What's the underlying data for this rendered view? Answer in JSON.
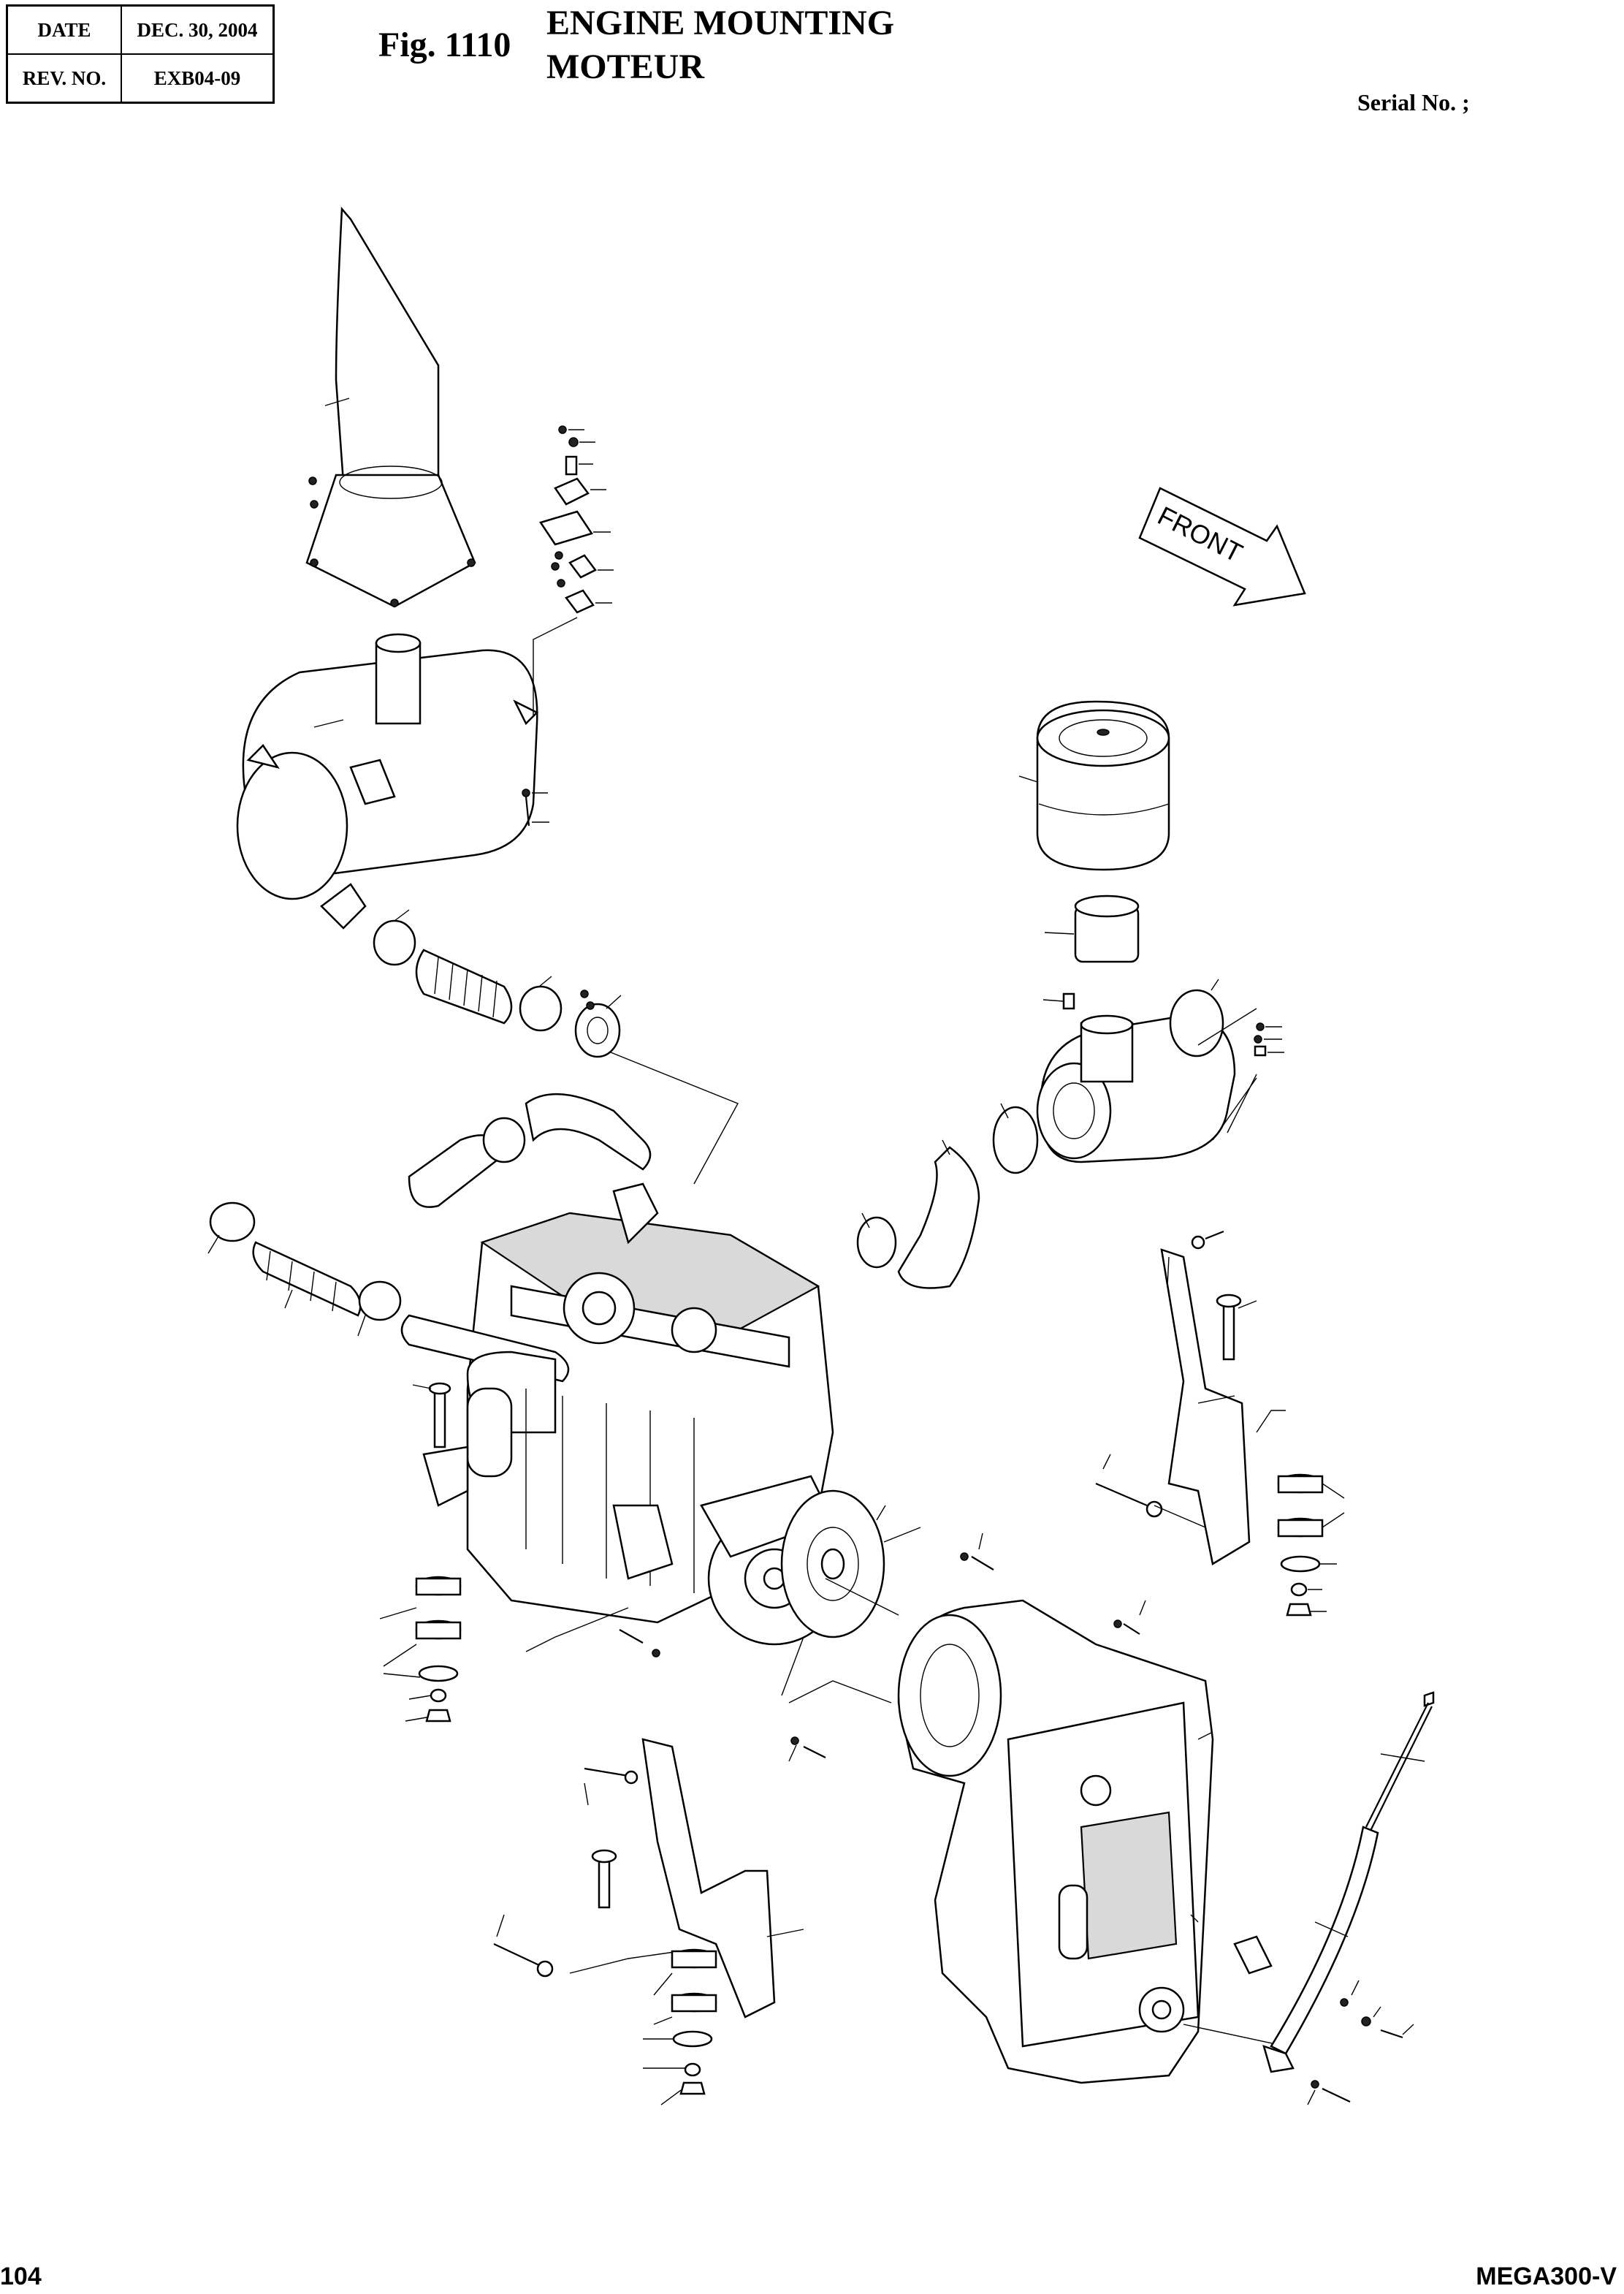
{
  "header": {
    "date_label": "DATE",
    "date_value": "DEC. 30, 2004",
    "rev_label": "REV. NO.",
    "rev_value": "EXB04-09"
  },
  "figure": {
    "number": "Fig. 1110",
    "title_en": "ENGINE MOUNTING",
    "title_fr": "MOTEUR"
  },
  "serial_label": "Serial No. ;",
  "drawing": {
    "front_label": "FRONT"
  },
  "footer": {
    "page_number": "104",
    "model": "MEGA300-V"
  }
}
